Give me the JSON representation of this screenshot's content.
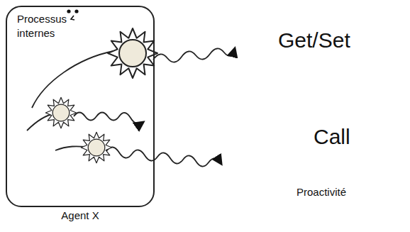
{
  "diagram": {
    "nodes": [
      {
        "text": [
          "Processus internes",
          "Agent X"
        ]
      }
    ],
    "labels": [
      "Get/Set",
      "Call",
      "Proactivité"
    ]
  }
}
